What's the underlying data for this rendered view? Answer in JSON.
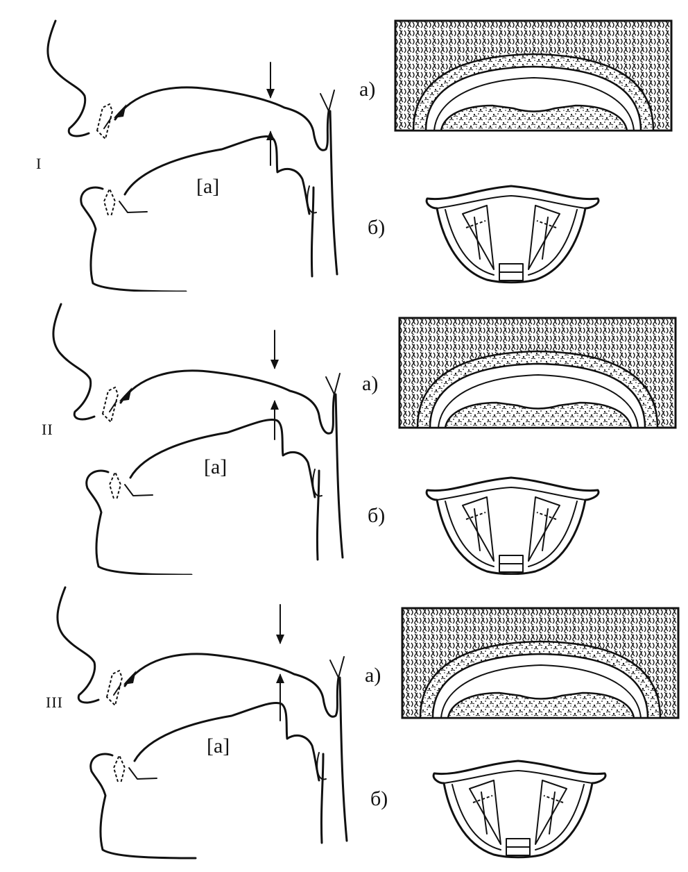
{
  "panels": [
    {
      "id": "I",
      "numeral": "I",
      "vowel_label": "[a]",
      "palate_label": "а)",
      "larynx_label": "б)"
    },
    {
      "id": "II",
      "numeral": "II",
      "vowel_label": "[a]",
      "palate_label": "а)",
      "larynx_label": "б)"
    },
    {
      "id": "III",
      "numeral": "III",
      "vowel_label": "[a]",
      "palate_label": "а)",
      "larynx_label": "б)"
    }
  ],
  "colors": {
    "ink": "#111111",
    "paper": "#ffffff"
  },
  "icons": [
    "down-arrow-icon",
    "up-arrow-icon"
  ]
}
